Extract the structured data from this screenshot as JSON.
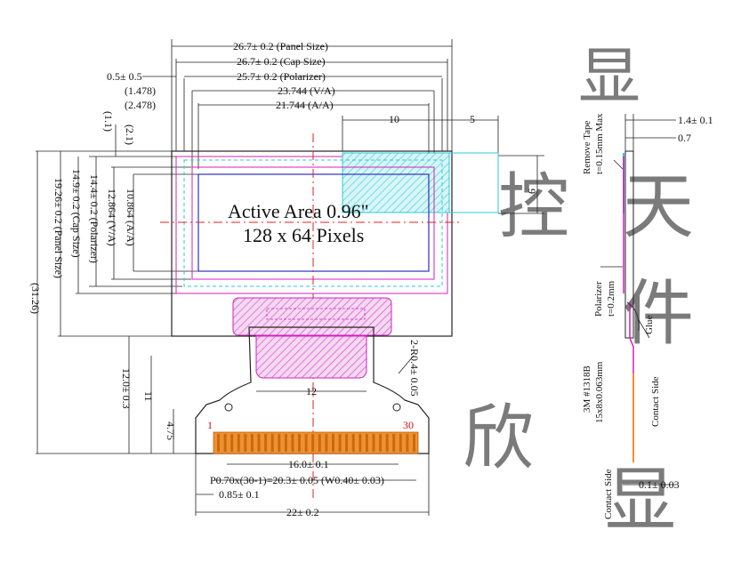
{
  "top_dims": {
    "panel_size": "26.7± 0.2 (Panel Size)",
    "cap_size": "26.7± 0.2 (Cap Size)",
    "polarizer": "25.7± 0.2 (Polarizer)",
    "offset1": "0.5± 0.5",
    "va": "23.744 (V/A)",
    "aa": "21.744 (A/A)",
    "ref1": "(1.478)",
    "ref2": "(2.478)",
    "w10": "10",
    "w5": "5",
    "h9": "9"
  },
  "left_dims": {
    "ref1": "(1.1)",
    "ref2": "(2.1)",
    "aa": "10.864 (A/A)",
    "va": "12.864 (V/A)",
    "polarizer": "14.4± 0.2 (Polarizer)",
    "cap": "14.9± 0.2 (Cap Size)",
    "panel": "19.26± 0.2 (Panel Size)",
    "total": "(31.26)",
    "fpc1": "12.0± 0.3",
    "fpc2": "11",
    "fpc3": "4.75"
  },
  "center": {
    "line1": "Active Area 0.96\"",
    "line2": "128 x 64 Pixels"
  },
  "fpc": {
    "radius": "2-R0.4± 0.05",
    "width12": "12",
    "pin_first": "1",
    "pin_last": "30",
    "pitch16": "16.0± 0.1",
    "pitch_note": "P0.70x(30-1)=20.3± 0.05 (W0.40± 0.03)",
    "edge": "0.85± 0.1",
    "total": "22± 0.2"
  },
  "side_view": {
    "t_total": "1.4± 0.1",
    "t_glass": "0.7",
    "remove_tape": "Remove Tape",
    "remove_tape2": "t=0.15mm Max",
    "polarizer": "Polarizer",
    "polarizer2": "t=0.2mm",
    "glue": "Glue",
    "tape": "3M #1318B",
    "tape2": "15x8x0.063mm",
    "contact_side": "Contact Side",
    "contact_side2": "Contact Side",
    "contact_t": "0.1± 0.03"
  },
  "watermark": {
    "glyphs": [
      "显",
      "控",
      "天",
      "件",
      "欣",
      "显"
    ]
  },
  "colors": {
    "line": "#222222",
    "cyan": "#2ec8d8",
    "magenta": "#d020c0",
    "blue": "#3030c0",
    "orange": "#f09030",
    "pink_hatch": "#e070d0",
    "red_center": "#e02020",
    "watermark": "#f4b0b0"
  }
}
